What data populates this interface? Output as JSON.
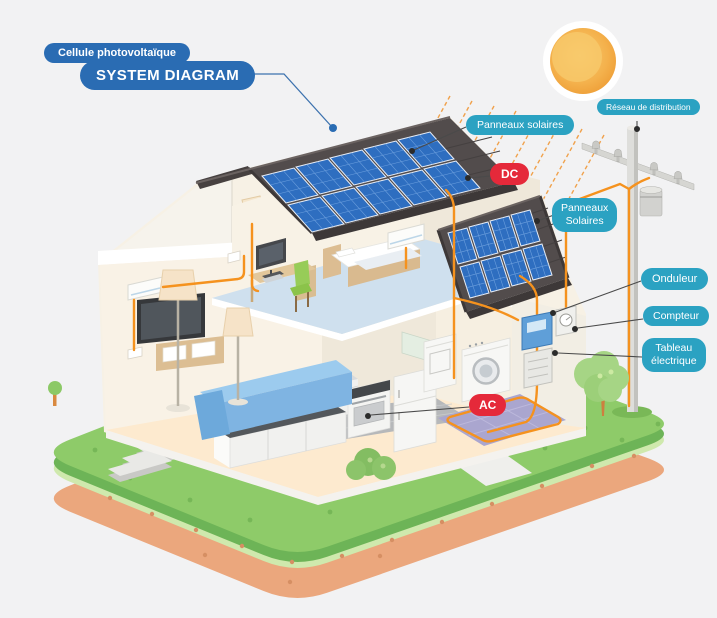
{
  "title": {
    "tag": "Cellule photovoltaïque",
    "main": "SYSTEM DIAGRAM"
  },
  "callouts": {
    "panels_main": "Panneaux solaires",
    "panels_second": {
      "line1": "Panneaux",
      "line2": "Solaires"
    },
    "distribution": "Réseau de distribution",
    "inverter": "Onduleur",
    "meter": "Compteur",
    "breaker": {
      "line1": "Tableau",
      "line2": "électrique"
    },
    "dc": "DC",
    "ac": "AC"
  },
  "colors": {
    "callout_teal": "#2BA2C2",
    "title_blue": "#2A6CB3",
    "badge_red": "#E5293A",
    "wire_orange": "#F5921E",
    "panel_blue": "#2E6EC0",
    "roof_dark": "#524C4C",
    "grass_green": "#8ECB69",
    "soil_brown": "#EBA77D",
    "sun_orange": "#F3AB44"
  },
  "scene_objects": [
    "sun",
    "sun-rays",
    "two-story-house",
    "solar-array-main-2x5",
    "solar-array-secondary-2x4",
    "utility-pole",
    "pole-transformer",
    "power-line",
    "inverter-unit",
    "electric-meter",
    "breaker-panel",
    "washer",
    "dryer",
    "kitchen",
    "living-room",
    "bedroom",
    "trees",
    "lawn-island",
    "patio",
    "stairs"
  ]
}
